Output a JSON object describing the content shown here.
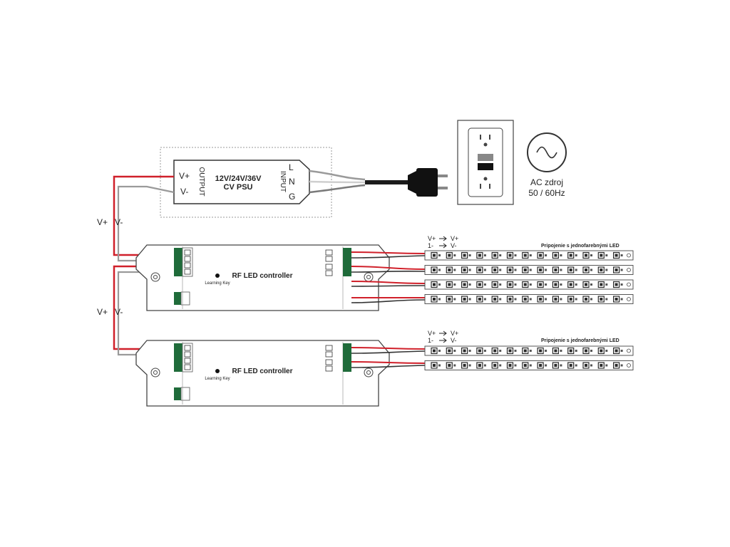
{
  "psu": {
    "title_line1": "12V/24V/36V",
    "title_line2": "CV PSU",
    "output_label": "OUTPUT",
    "input_label": "INPUT",
    "v_plus": "V+",
    "v_minus": "V-",
    "pin_l": "L",
    "pin_n": "N",
    "pin_g": "G"
  },
  "ac_source": {
    "line1": "AC zdroj",
    "line2": "50 / 60Hz"
  },
  "feed_labels": {
    "v_plus": "V+",
    "v_minus": "V-"
  },
  "controllers": [
    {
      "title": "RF LED controller",
      "learning_key": "Learning Key"
    },
    {
      "title": "RF LED controller",
      "learning_key": "Learning Key"
    }
  ],
  "strip_groups": [
    {
      "legend_line1_left": "V+",
      "legend_line1_right": "V+",
      "legend_line2_left": "1-",
      "legend_line2_right": "V-",
      "title": "Pripojenie s jednofarebnými LED",
      "strip_count": 4
    },
    {
      "legend_line1_left": "V+",
      "legend_line1_right": "V+",
      "legend_line2_left": "1-",
      "legend_line2_right": "V-",
      "title": "Pripojenie s jednofarebnými LED",
      "strip_count": 2
    }
  ],
  "colors": {
    "wire_red": "#d0202a",
    "wire_black": "#333333",
    "wire_gray": "#9a9a9a",
    "terminal_green": "#1f6b3a",
    "led_fill": "#2a2a2a"
  }
}
